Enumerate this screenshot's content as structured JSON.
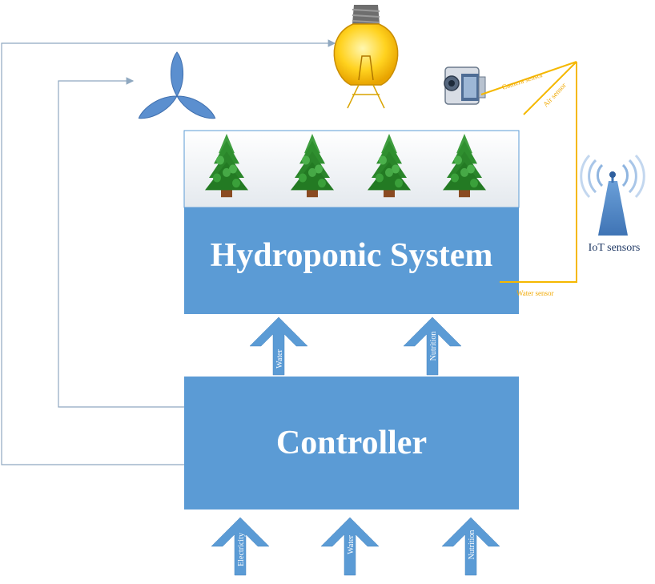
{
  "hydroponic": {
    "title": "Hydroponic System"
  },
  "controller": {
    "title": "Controller"
  },
  "inputs_to_hydroponic": [
    "Water",
    "Nutrition"
  ],
  "inputs_to_controller": [
    "Electricity",
    "Water",
    "Nutrition"
  ],
  "sensors": {
    "camera": "Camera sensor",
    "air": "Air sensor",
    "water": "Water sensor",
    "iot": "IoT sensors"
  },
  "icons": [
    "light-bulb-icon",
    "fan-icon",
    "camera-icon",
    "antenna-icon",
    "tree-icon"
  ],
  "colors": {
    "block": "#5b9bd5",
    "block_dark": "#4a86c0",
    "sensor_line": "#f5b800",
    "control_line": "#7f9fbf",
    "tree_green": "#2e8b2e"
  }
}
